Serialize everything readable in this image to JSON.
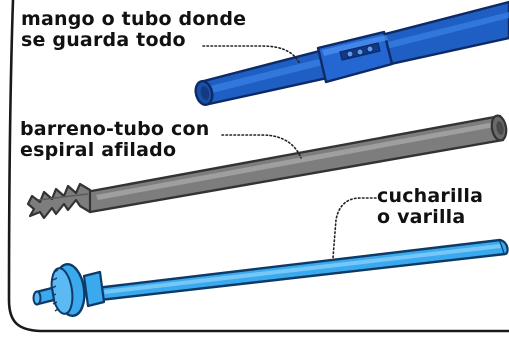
{
  "labels": {
    "handle": {
      "line1": "mango o tubo donde",
      "line2": "se guarda todo"
    },
    "auger": {
      "line1": "barreno-tubo con",
      "line2": "espiral afilado"
    },
    "spoon": {
      "line1": "cucharilla",
      "line2": "o varilla"
    }
  },
  "parts": [
    {
      "id": "handle",
      "icon": "handle-tube-icon",
      "color": "#1f5fc4"
    },
    {
      "id": "auger",
      "icon": "auger-tube-icon",
      "color": "#7d7d7d"
    },
    {
      "id": "spoon",
      "icon": "spoon-rod-icon",
      "color": "#3aa9ee"
    }
  ],
  "colors": {
    "frame": "#1a1a1a",
    "handle_fill": "#1f5fc4",
    "auger_fill": "#7d7d7d",
    "spoon_fill": "#3aa9ee",
    "leader": "#222222"
  }
}
